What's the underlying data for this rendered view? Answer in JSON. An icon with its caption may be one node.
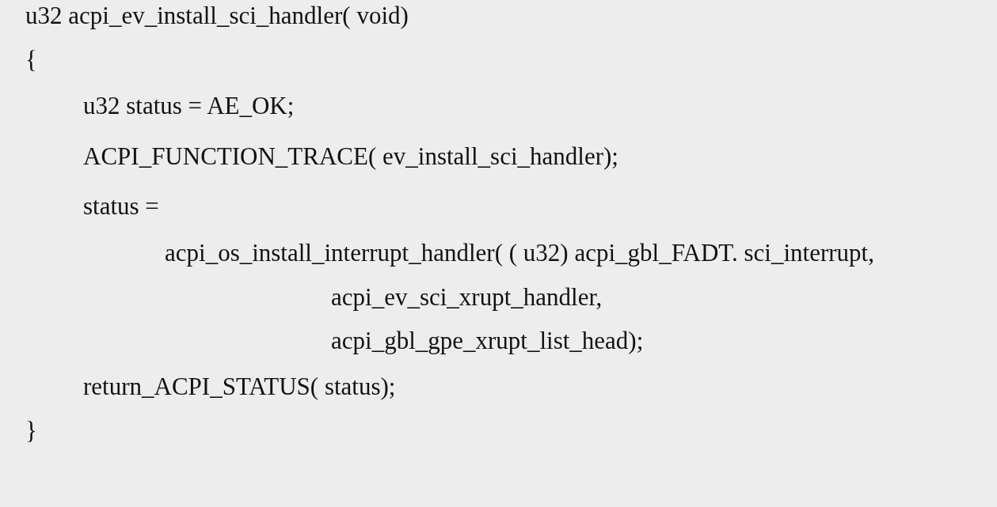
{
  "diagram": {
    "labels": [
      "u32 acpi_ev_install_sci_handler( void)",
      "{",
      "u32 status = AE_OK;",
      "ACPI_FUNCTION_TRACE( ev_install_sci_handler);",
      "status =",
      "acpi_os_install_interrupt_handler( ( u32) acpi_gbl_FADT. sci_interrupt,",
      "acpi_ev_sci_xrupt_handler,",
      "acpi_gbl_gpe_xrupt_list_head);",
      "return_ACPI_STATUS( status);",
      "}"
    ]
  }
}
